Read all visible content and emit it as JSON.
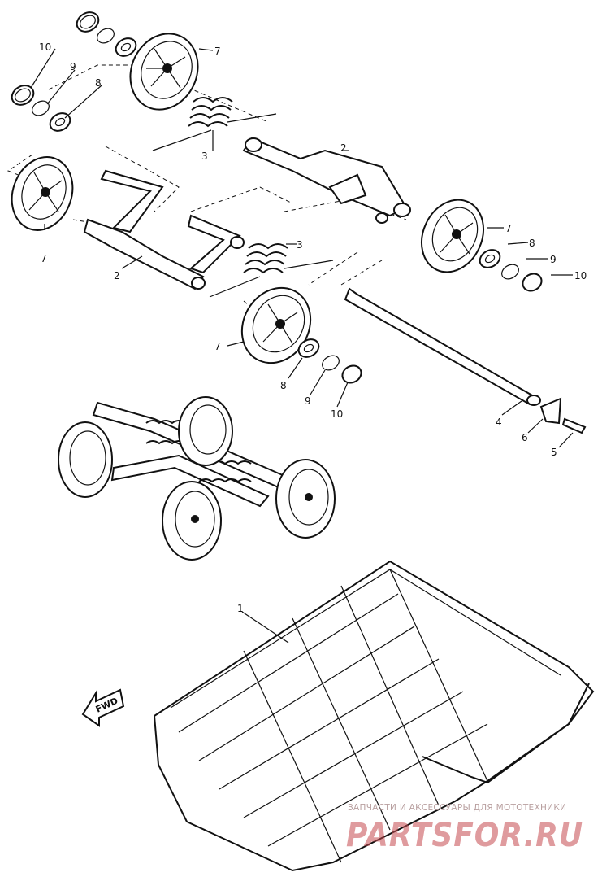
{
  "labels": {
    "p1": "1",
    "p2a": "2",
    "p2b": "2",
    "p3a": "3",
    "p3b": "3",
    "p4": "4",
    "p5": "5",
    "p6": "6",
    "p7a": "7",
    "p7b": "7",
    "p7c": "7",
    "p7d": "7",
    "p8a": "8",
    "p8b": "8",
    "p8c": "8",
    "p9a": "9",
    "p9b": "9",
    "p9c": "9",
    "p10a": "10",
    "p10b": "10",
    "p10c": "10"
  },
  "fwd": "FWD",
  "watermark": {
    "tagline": "ЗАПЧАСТИ И АКСЕССУАРЫ ДЛЯ МОТОТЕХНИКИ",
    "brand": "PARTSFOR.RU"
  },
  "colors": {
    "ink": "#111111",
    "watermark": "#c64a4f"
  }
}
